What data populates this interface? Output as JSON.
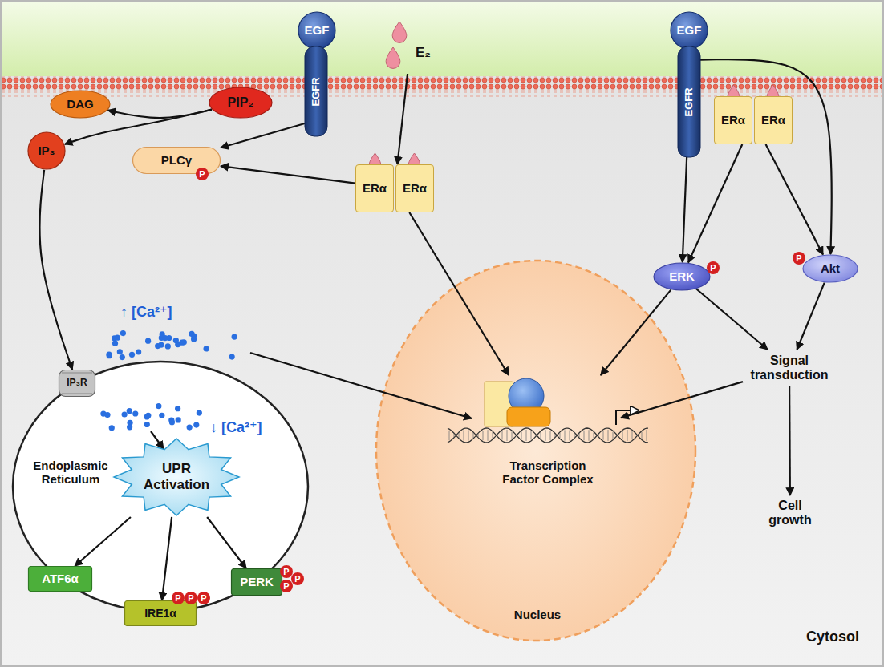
{
  "diagram": {
    "nodes": [
      {
        "text": [
          "EGF"
        ]
      },
      {
        "text": [
          "EGFR"
        ]
      },
      {
        "text": [
          "E₂"
        ]
      },
      {
        "text": [
          "EGF"
        ]
      },
      {
        "text": [
          "EGFR"
        ]
      },
      {
        "text": [
          "DAG"
        ]
      },
      {
        "text": [
          "PIP₂"
        ]
      },
      {
        "text": [
          "PLCγ"
        ]
      },
      {
        "text": [
          "IP₃"
        ]
      },
      {
        "text": [
          "ERα",
          "ERα"
        ]
      },
      {
        "text": [
          "ERα",
          "ERα"
        ]
      },
      {
        "text": [
          "ERK"
        ]
      },
      {
        "text": [
          "Akt"
        ]
      },
      {
        "text": [
          "Endoplasmic Reticulum"
        ]
      },
      {
        "text": [
          "IP₃R"
        ],
        "in": 13
      },
      {
        "text": [
          "UPR Activation"
        ],
        "in": 13
      },
      {
        "text": [
          "ATF6α"
        ],
        "in": 13
      },
      {
        "text": [
          "IRE1α"
        ],
        "in": 13
      },
      {
        "text": [
          "PERK"
        ],
        "in": 13
      },
      {
        "text": [
          "Nucleus"
        ]
      },
      {
        "text": [
          "Transcription Factor Complex"
        ],
        "in": 19
      },
      {
        "text": [
          "Signal transduction"
        ]
      },
      {
        "text": [
          "Cell growth"
        ]
      }
    ],
    "edges": [
      {
        "from": 1,
        "to": 7,
        "arrow": "to"
      },
      {
        "from": 9,
        "to": 7,
        "arrow": "to"
      },
      {
        "from": 2,
        "to": 9,
        "arrow": "to"
      },
      {
        "from": 6,
        "to": 5,
        "arrow": "to"
      },
      {
        "from": 6,
        "to": 8,
        "arrow": "to"
      },
      {
        "from": 8,
        "to": 14,
        "arrow": "to"
      },
      {
        "from": 9,
        "to": 20,
        "arrow": "to"
      },
      {
        "from": 15,
        "to": 16,
        "arrow": "to"
      },
      {
        "from": 15,
        "to": 17,
        "arrow": "to"
      },
      {
        "from": 15,
        "to": 18,
        "arrow": "to"
      },
      {
        "from": 4,
        "to": 11,
        "arrow": "to"
      },
      {
        "from": 4,
        "to": 12,
        "arrow": "to"
      },
      {
        "from": 10,
        "to": 11,
        "arrow": "to"
      },
      {
        "from": 10,
        "to": 12,
        "arrow": "to"
      },
      {
        "from": 11,
        "to": 20,
        "arrow": "to"
      },
      {
        "from": 11,
        "to": 21,
        "arrow": "to"
      },
      {
        "from": 12,
        "to": 21,
        "arrow": "to"
      },
      {
        "from": 21,
        "to": 20,
        "arrow": "to"
      },
      {
        "from": 21,
        "to": 22,
        "arrow": "to"
      }
    ],
    "labels": [
      "↑ [Ca²⁺]",
      "↓ [Ca²⁺]",
      "Cytosol",
      "P",
      "P",
      "P",
      "P",
      "P",
      "P",
      "P",
      "P",
      "P"
    ]
  }
}
